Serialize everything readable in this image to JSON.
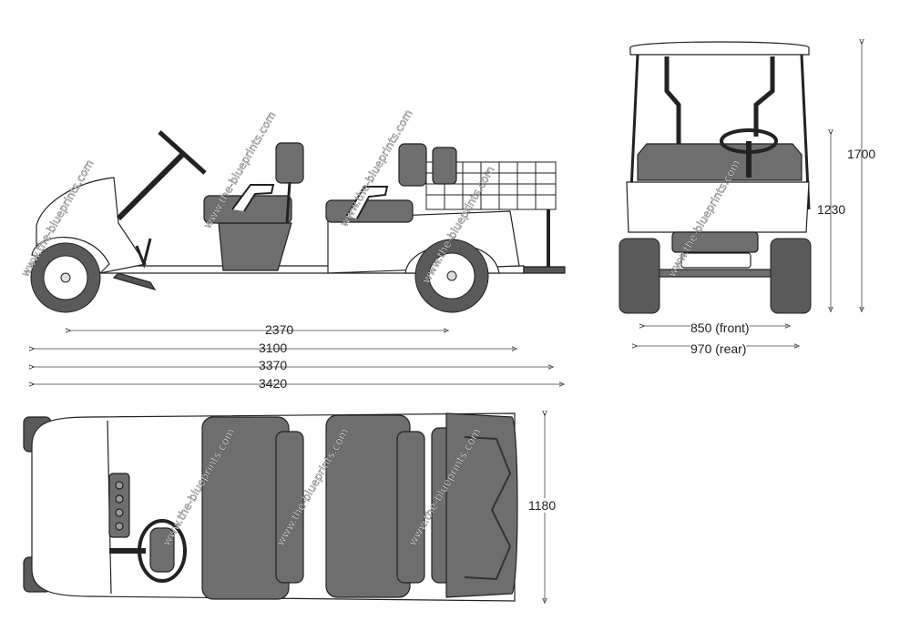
{
  "dimensions": {
    "wheelbase": "2370",
    "length_1": "3100",
    "length_2": "3370",
    "length_3": "3420",
    "front_height_total": "1700",
    "front_height_body": "1230",
    "track_front": "850 (front)",
    "track_rear": "970 (rear)",
    "width_top": "1180"
  },
  "watermark": "www.the-blueprints.com",
  "colors": {
    "body_fill": "#ffffff",
    "seat_fill": "#6e6e6e",
    "tire_fill": "#5a5a5a",
    "outline": "#222222"
  }
}
